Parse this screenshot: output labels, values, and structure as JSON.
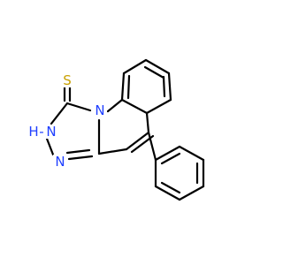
{
  "molecule": {
    "atoms": {
      "sulfur": {
        "label": "S",
        "color": "#c8a000"
      },
      "nh": {
        "label": "H",
        "color": "#1f3fff"
      },
      "nh_n": {
        "label": "N",
        "color": "#1f3fff"
      },
      "n_bridge": {
        "label": "N",
        "color": "#1f3fff"
      },
      "n_ring": {
        "label": "N",
        "color": "#1f3fff"
      }
    }
  }
}
